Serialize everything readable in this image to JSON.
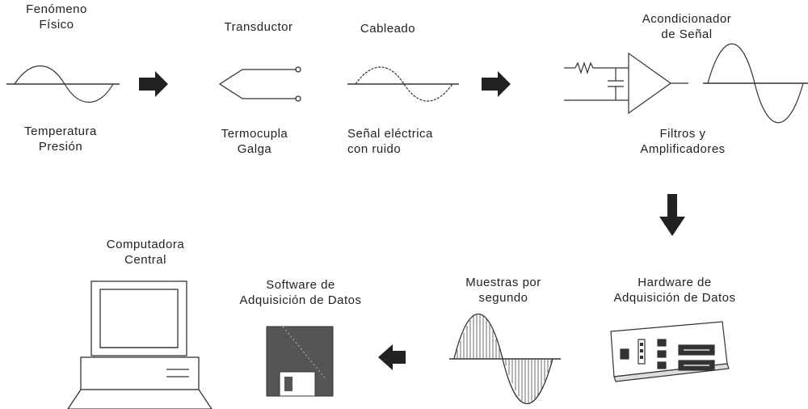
{
  "stages": {
    "phenomenon": {
      "title": "Fenómeno\nFísico",
      "caption": "Temperatura\nPresión"
    },
    "transducer": {
      "title": "Transductor",
      "caption": "Termocupla\nGalga"
    },
    "wiring": {
      "title": "Cableado",
      "caption": "Señal eléctrica\ncon ruido"
    },
    "conditioner": {
      "title": "Acondicionador\nde Señal",
      "caption": "Filtros y\nAmplificadores"
    },
    "daq_hardware": {
      "title": "Hardware de\nAdquisición de Datos"
    },
    "samples": {
      "title": "Muestras por\nsegundo"
    },
    "daq_software": {
      "title": "Software de\nAdquisición de Datos"
    },
    "computer": {
      "title": "Computadora\nCentral"
    }
  },
  "colors": {
    "stroke": "#333333",
    "arrow": "#222222",
    "panel": "#555555"
  }
}
